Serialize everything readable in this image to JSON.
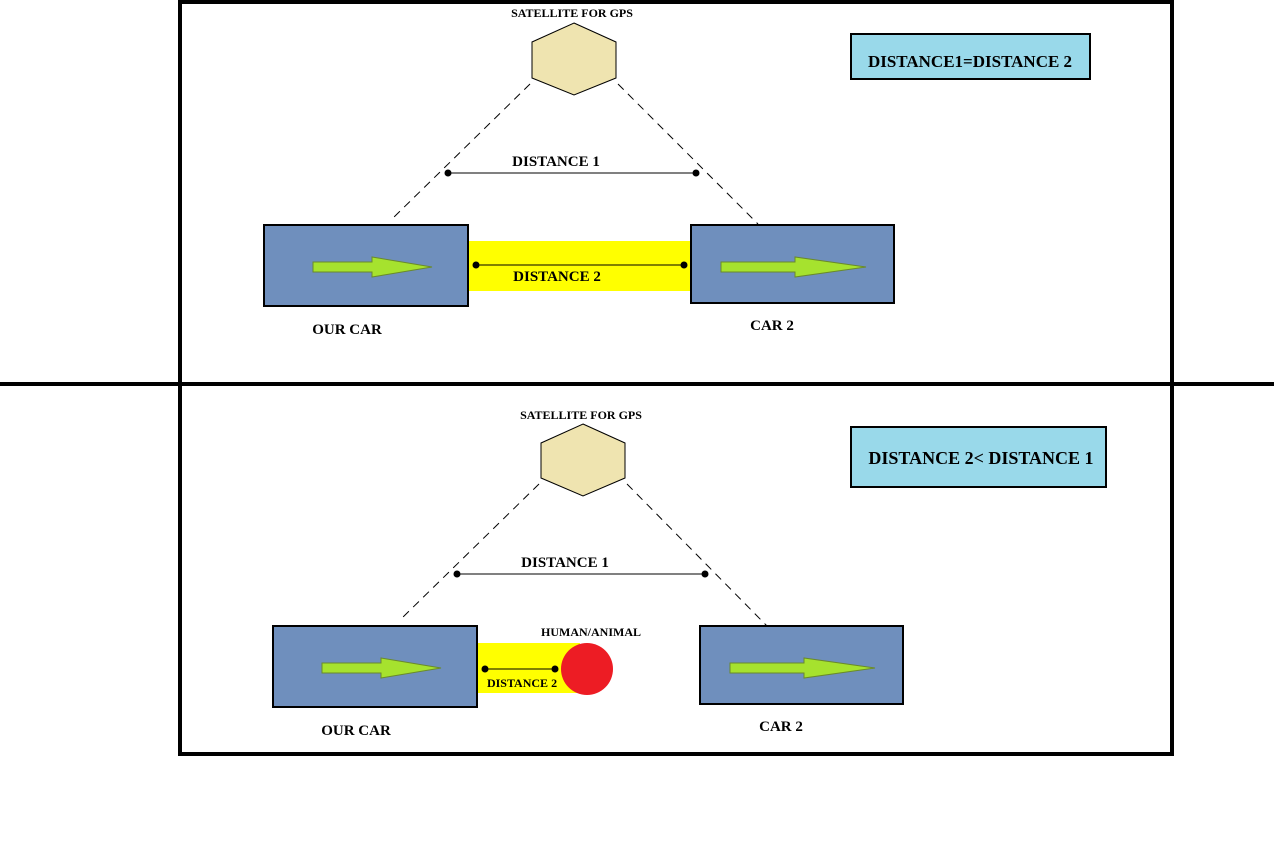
{
  "colors": {
    "car_fill": "#6f8fbd",
    "arrow_fill": "#a6e22e",
    "gap_fill": "#ffff00",
    "satellite_fill": "#efe4b0",
    "note_fill": "#99d9ea",
    "obstacle_fill": "#ed1c24"
  },
  "top_panel": {
    "satellite_label": "SATELLITE FOR GPS",
    "distance1_label": "DISTANCE 1",
    "distance2_label": "DISTANCE 2",
    "our_car_label": "OUR CAR",
    "car2_label": "CAR 2",
    "note": "DISTANCE1=DISTANCE 2"
  },
  "bottom_panel": {
    "satellite_label": "SATELLITE FOR GPS",
    "distance1_label": "DISTANCE 1",
    "distance2_label": "DISTANCE 2",
    "obstacle_label": "HUMAN/ANIMAL",
    "our_car_label": "OUR CAR",
    "car2_label": "CAR 2",
    "note": "DISTANCE 2< DISTANCE 1"
  }
}
